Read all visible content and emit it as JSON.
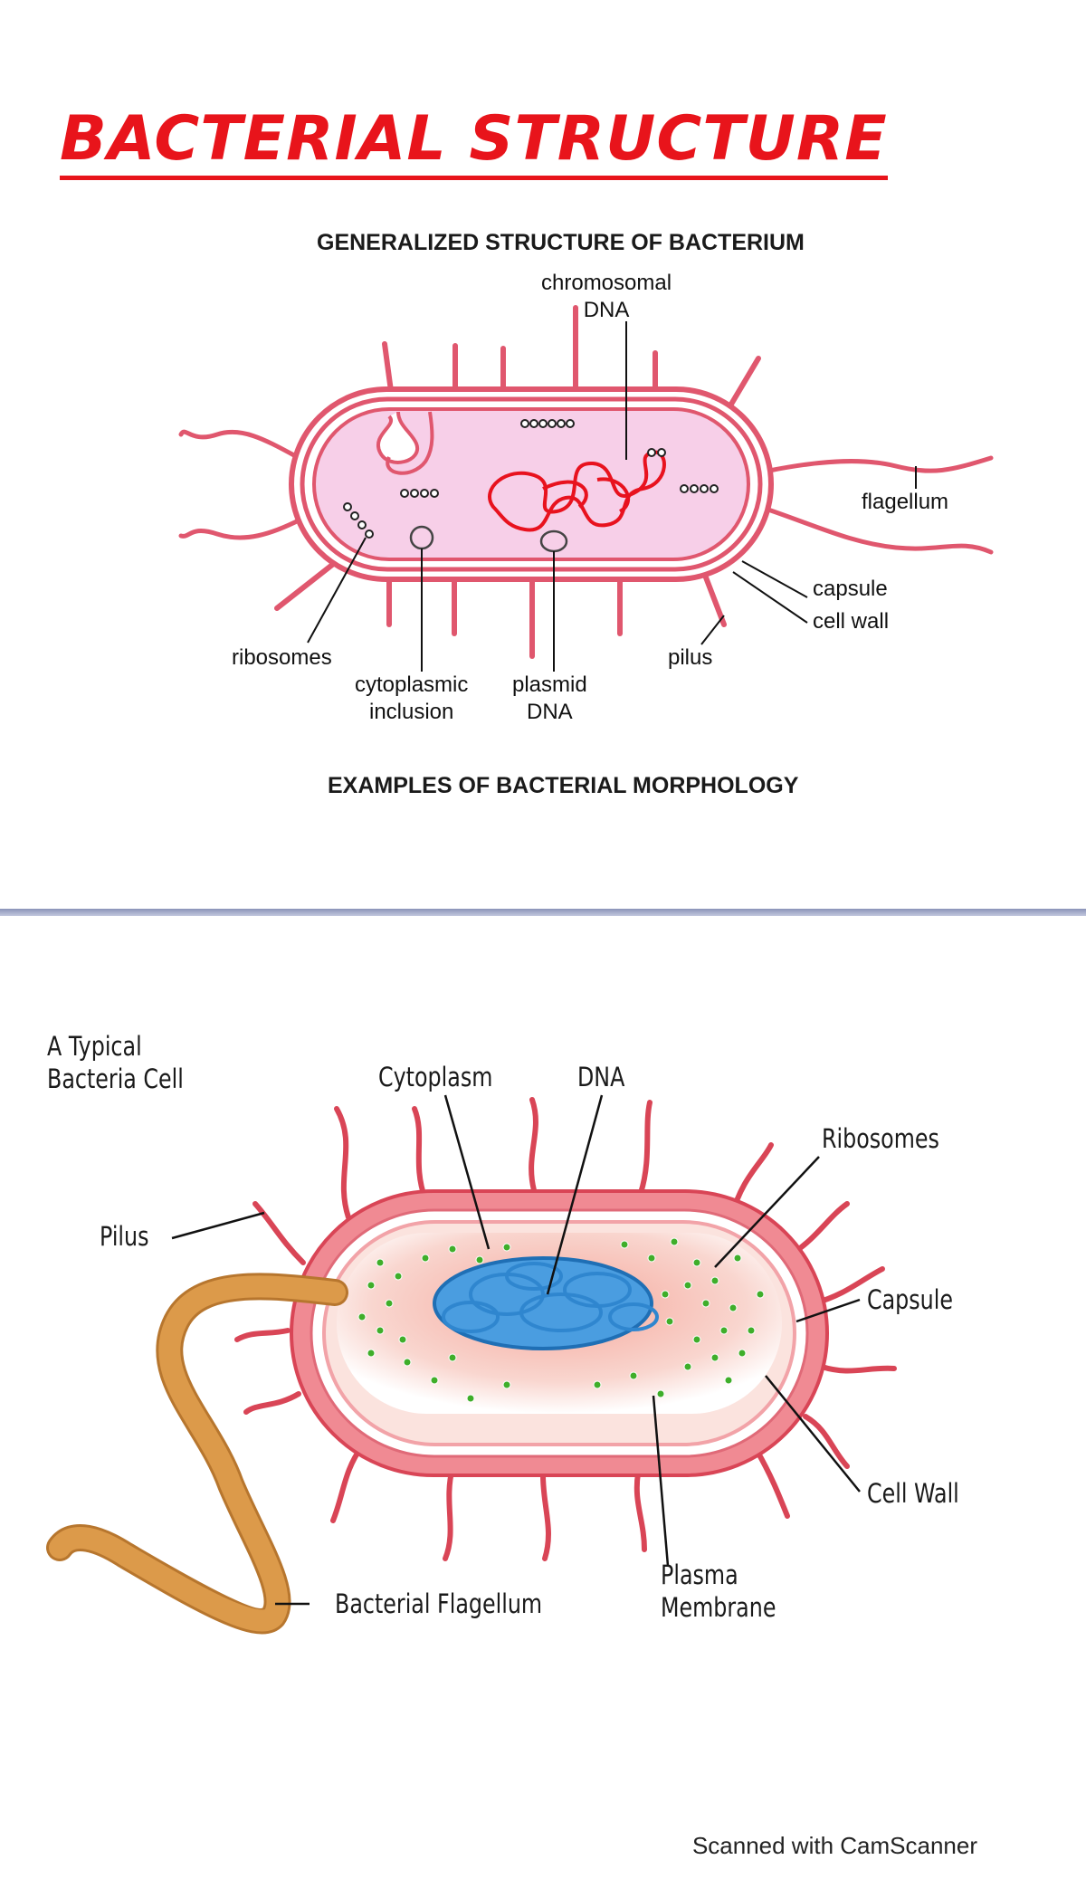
{
  "page_title": "BACTERIAL STRUCTURE",
  "diagram1": {
    "heading": "GENERALIZED STRUCTURE OF BACTERIUM",
    "labels": {
      "chromosomal_dna": "chromosomal\nDNA",
      "flagellum": "flagellum",
      "capsule": "capsule",
      "cell_wall": "cell wall",
      "ribosomes": "ribosomes",
      "cytoplasmic_inclusion": "cytoplasmic\ninclusion",
      "plasmid_dna": "plasmid\nDNA",
      "pilus": "pilus"
    },
    "footer": "EXAMPLES OF BACTERIAL MORPHOLOGY",
    "colors": {
      "outline": "#e0576e",
      "cytoplasm": "#f7cfe8",
      "dna": "#e8121e"
    }
  },
  "diagram2": {
    "title": "A Typical\nBacteria Cell",
    "labels": {
      "cytoplasm": "Cytoplasm",
      "dna": "DNA",
      "ribosomes": "Ribosomes",
      "pilus": "Pilus",
      "capsule": "Capsule",
      "cell_wall": "Cell Wall",
      "bacterial_flagellum": "Bacterial Flagellum",
      "plasma_membrane": "Plasma\nMembrane"
    },
    "colors": {
      "capsule": "#f08a93",
      "pili": "#d94556",
      "dna": "#2f86cf",
      "ribosomes": "#3fae2a",
      "flagellum": "#dc9a4a"
    }
  },
  "scanner_note": "Scanned with CamScanner"
}
